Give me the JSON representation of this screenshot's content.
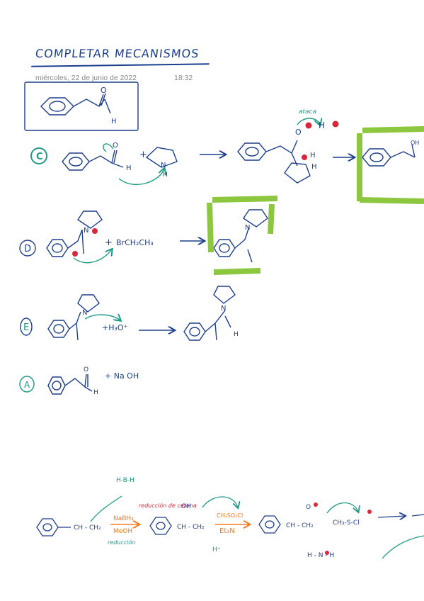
{
  "header": {
    "title": "COMPLETAR MECANISMOS",
    "date": "miércoles, 22 de junio de 2022",
    "time": "18:32"
  },
  "reactions": {
    "c": {
      "label": "C",
      "plus": "+",
      "annotation_attack": "ataca",
      "proton": "H",
      "amine_n": "N",
      "amine_h": "H",
      "carbonyl_o": "O",
      "aldehyde_h": "H",
      "intermediate_h1": "H",
      "intermediate_h2": "H",
      "product_oh": "OH"
    },
    "d": {
      "label": "D",
      "plus": "+",
      "reagent": "BrCH₂CH₃",
      "iminium_n": "N"
    },
    "e": {
      "label": "E",
      "reagent": "+H₃O⁺",
      "n": "N",
      "h": "H"
    },
    "a": {
      "label": "A",
      "reagent": "+ Na OH",
      "h": "H",
      "o": "O"
    },
    "bottom": {
      "reagent1": "NaBH₄",
      "reagent1b": "MeOH",
      "note1": "reducción",
      "note2": "reducción de cetona",
      "reagent2": "CH₃SO₂Cl",
      "reagent2b": "Et₃N",
      "borohydride": "H-B-H",
      "oh": "OH",
      "o_minus": "O",
      "chain1": "CH - CH₂",
      "chain2": "CH - CH₂",
      "sulfonyl": "CH₃-S-Cl",
      "bottom_h": "H⁺",
      "bottom_h2": "H - N - H"
    }
  },
  "colors": {
    "ink_blue": "#1d3f8c",
    "ink_teal": "#1f9a86",
    "ink_red": "#d6283a",
    "ink_orange": "#f07a22",
    "highlight_green": "#8dc63f"
  }
}
